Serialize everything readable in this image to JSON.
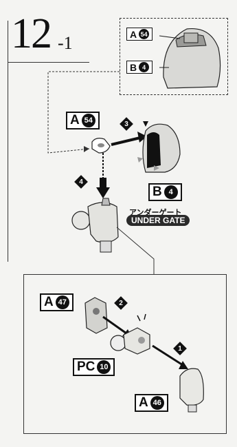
{
  "step": {
    "number": "12",
    "sub": "-1"
  },
  "labels": {
    "top_a": {
      "letter": "A",
      "num": "54"
    },
    "top_b": {
      "letter": "B",
      "num": "4"
    },
    "mid_a": {
      "letter": "A",
      "num": "54"
    },
    "mid_b": {
      "letter": "B",
      "num": "4"
    },
    "low_a47": {
      "letter": "A",
      "num": "47"
    },
    "pc": {
      "letter": "PC",
      "num": "10"
    },
    "low_a46": {
      "letter": "A",
      "num": "46"
    }
  },
  "order_markers": {
    "m1": "1",
    "m2": "2",
    "m3": "3",
    "m4": "4"
  },
  "under_gate": {
    "jp": "アンダーゲート",
    "en": "UNDER GATE"
  }
}
